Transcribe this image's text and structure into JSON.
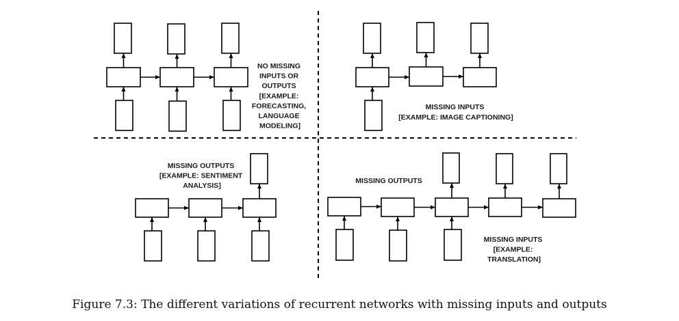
{
  "panels": {
    "top_left": {
      "label_lines": [
        "NO MISSING",
        "INPUTS OR",
        "OUTPUTS",
        "[EXAMPLE:",
        "FORECASTING,",
        "LANGUAGE",
        "MODELING]"
      ]
    },
    "top_right": {
      "label_lines": [
        "MISSING INPUTS",
        "[EXAMPLE: IMAGE CAPTIONING]"
      ]
    },
    "bottom_left": {
      "label_lines": [
        "MISSING OUTPUTS",
        "[EXAMPLE: SENTIMENT",
        "ANALYSIS]"
      ]
    },
    "bottom_right": {
      "label_outputs_lines": [
        "MISSING OUTPUTS"
      ],
      "label_inputs_lines": [
        "MISSING INPUTS",
        "[EXAMPLE:",
        "TRANSLATION]"
      ]
    }
  },
  "caption": "Figure 7.3: The different variations of recurrent networks with missing inputs and outputs"
}
